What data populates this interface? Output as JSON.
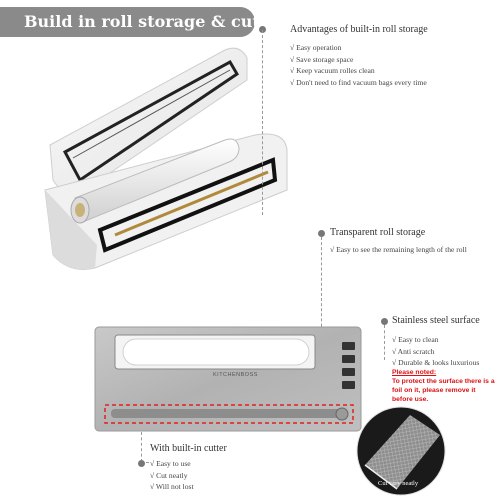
{
  "banner": {
    "title": "Build in roll storage & cutter"
  },
  "advantages": {
    "heading": "Advantages of built-in roll storage",
    "items": [
      "√ Easy operation",
      "√ Save storage space",
      "√ Keep vacuum rolles clean",
      "√ Don't need to find vacuum bags every time"
    ]
  },
  "transparent": {
    "heading": "Transparent roll storage",
    "items": [
      "√ Easy to see the remaining length of the roll"
    ]
  },
  "stainless": {
    "heading": "Stainless steel surface",
    "items": [
      "√ Easy to clean",
      "√ Anti scratch",
      "√ Durable & looks luxurious"
    ],
    "note_title": "Please noted:",
    "note_body": "To protect the surface there is a foil on it, please remove it before use."
  },
  "cutter": {
    "heading": "With built-in cutter",
    "items": [
      "√ Easy to use",
      "√ Cut neatly",
      "√ Will not lost"
    ]
  },
  "device": {
    "brand": "KITCHENBOSS"
  },
  "inset": {
    "caption": "Cut very neatly"
  },
  "colors": {
    "banner": "#8a8a8a",
    "note": "#dd1111",
    "dashed_red": "#e02020",
    "steel": "#b9b9b9"
  }
}
